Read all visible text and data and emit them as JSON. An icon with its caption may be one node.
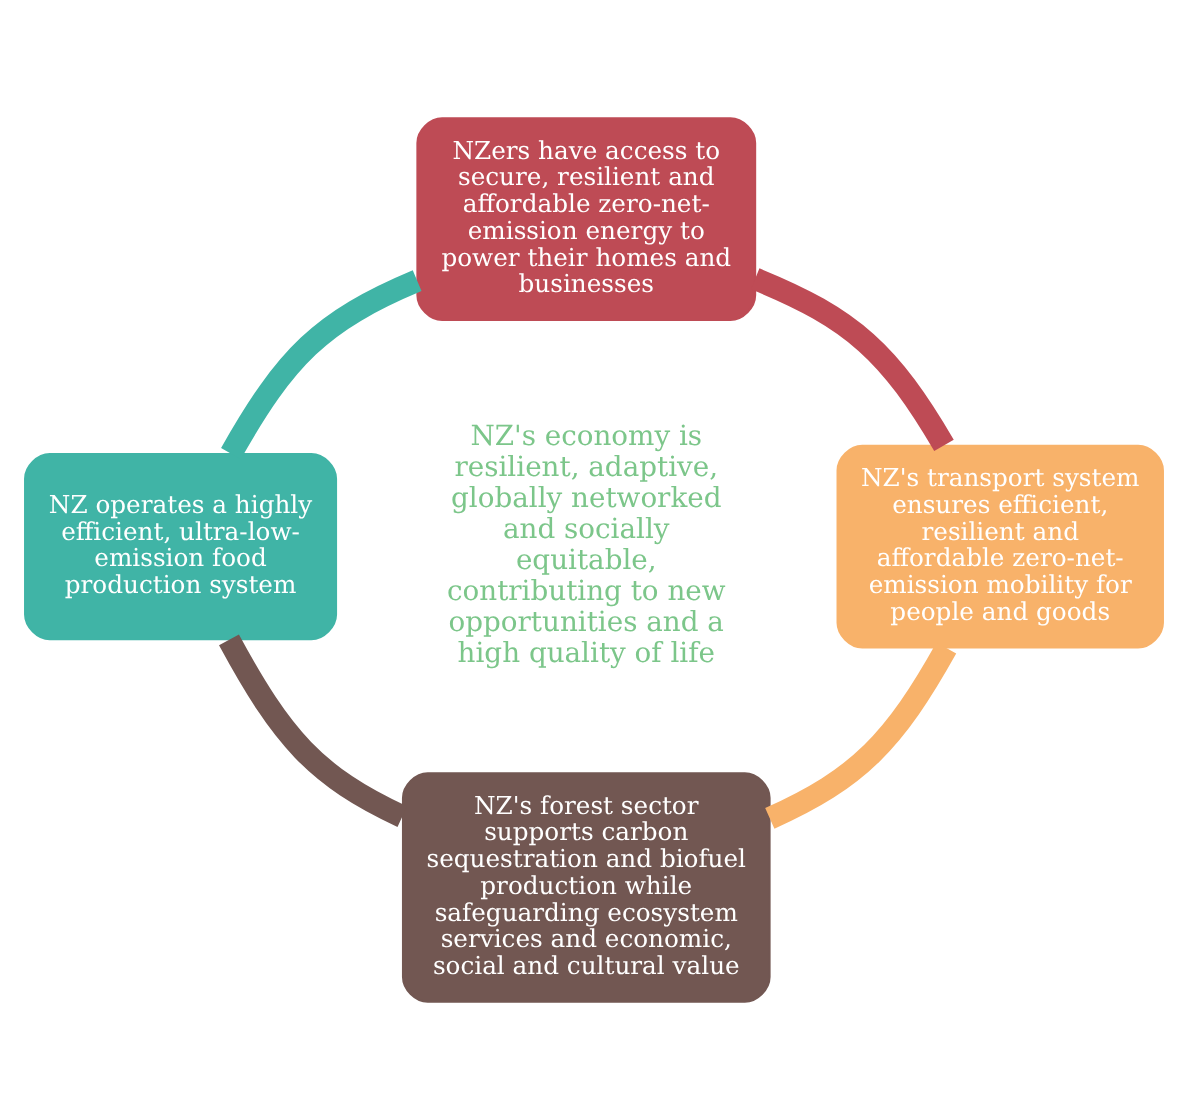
{
  "diagram": {
    "nodes": [
      {
        "text": [
          "NZers have access to secure, resilient and affordable zero-net-emission energy to power their homes and businesses"
        ]
      },
      {
        "text": [
          "NZ's transport system ensures efficient, resilient and affordable zero-net-emission mobility for people and goods"
        ]
      },
      {
        "text": [
          "NZ's forest sector supports carbon sequestration and biofuel production while safeguarding ecosystem services and economic, social and cultural value"
        ]
      },
      {
        "text": [
          "NZ operates a highly efficient, ultra-low-emission food production system"
        ]
      }
    ],
    "edges": [
      {
        "from": 0,
        "to": 1,
        "arrow": "none",
        "color": "#be4b55"
      },
      {
        "from": 1,
        "to": 2,
        "arrow": "none",
        "color": "#f8b26a"
      },
      {
        "from": 2,
        "to": 3,
        "arrow": "none",
        "color": "#725752"
      },
      {
        "from": 3,
        "to": 0,
        "arrow": "none",
        "color": "#40b4a6"
      }
    ],
    "labels": [
      "NZ's economy is resilient, adaptive, globally networked and socially equitable, contributing to new opportunities and a high quality of life"
    ]
  }
}
